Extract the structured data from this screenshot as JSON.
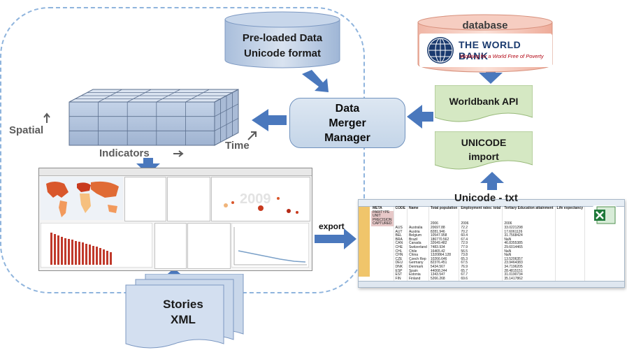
{
  "preloaded": {
    "line1": "Pre-loaded Data",
    "line2": "Unicode format"
  },
  "database_label": "database",
  "worldbank": {
    "name": "THE WORLD BANK",
    "tagline": "Working for a World Free of Poverty"
  },
  "worldbank_api": "Worldbank API",
  "unicode_import": "UNICODE\nimport",
  "merger": "Data\nMerger\nManager",
  "axes": {
    "spatial": "Spatial",
    "indicators": "Indicators",
    "time": "Time"
  },
  "export": "export",
  "unicode_txt": "Unicode - txt",
  "stories": "Stories\nXML",
  "chart_year": "2009",
  "sheet": {
    "header": [
      "META",
      "CODE",
      "Name",
      "Total population",
      "Employment rates: total",
      "Tertiary Education attainment",
      "Life expectancy"
    ],
    "rows": [
      [
        "PARITYPE",
        "",
        "",
        "",
        "",
        "",
        ""
      ],
      [
        "UNIT",
        "",
        "",
        "",
        "",
        "",
        ""
      ],
      [
        "PRECISION",
        "",
        "",
        "",
        "",
        "",
        ""
      ],
      [
        "CAPTURED",
        "",
        "",
        "2006",
        "2006",
        "2006",
        ""
      ],
      [
        "",
        "AUS",
        "Australia",
        "20697.88",
        "72.2",
        "33.0221298",
        ""
      ],
      [
        "",
        "AUT",
        "Austria",
        "8281.946",
        "70.2",
        "17.6061126",
        ""
      ],
      [
        "",
        "BEL",
        "Belgium",
        "10547.958",
        "60.4",
        "31.7568424",
        ""
      ],
      [
        "",
        "BRA",
        "Brazil",
        "186770.562",
        "67.4",
        "NaN",
        ""
      ],
      [
        "",
        "CAN",
        "Canada",
        "32649.482",
        "72.9",
        "46.8355385",
        ""
      ],
      [
        "",
        "CHE",
        "Switzerland",
        "7483.934",
        "77.9",
        "29.6014465",
        ""
      ],
      [
        "",
        "CHL",
        "Chile",
        "16465.42",
        "56.5",
        "NaN",
        ""
      ],
      [
        "",
        "CHN",
        "China",
        "1320864.128",
        "73.8",
        "NaN",
        ""
      ],
      [
        "",
        "CZE",
        "Czech Rep",
        "10266.646",
        "65.3",
        "13.5206357",
        ""
      ],
      [
        "",
        "DEU",
        "Germany",
        "82376.451",
        "67.5",
        "23.9464383",
        ""
      ],
      [
        "",
        "DNK",
        "Denmark",
        "5434.567",
        "76.9",
        "34.7196205",
        ""
      ],
      [
        "",
        "ESP",
        "Spain",
        "44068.244",
        "65.7",
        "28.4815151",
        ""
      ],
      [
        "",
        "EST",
        "Estonia",
        "1343.547",
        "67.7",
        "31.0190734",
        ""
      ],
      [
        "",
        "FIN",
        "Finland",
        "5266.268",
        "69.6",
        "35.1417862",
        ""
      ]
    ]
  }
}
